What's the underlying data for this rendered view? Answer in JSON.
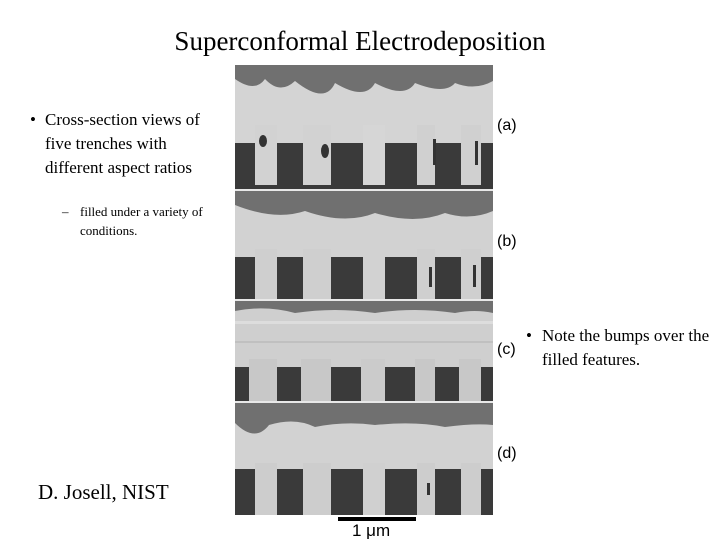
{
  "slide": {
    "title": "Superconformal Electrodeposition",
    "bullets": {
      "main_symbol": "•",
      "main_text": "Cross-section views of five trenches with different aspect ratios",
      "sub_symbol": "–",
      "sub_text": "filled under a variety of conditions.",
      "note_symbol": "•",
      "note_text": "Note the bumps over the filled features."
    },
    "credit": "D. Josell, NIST"
  },
  "figure": {
    "panels": [
      {
        "label": "(a)"
      },
      {
        "label": "(b)"
      },
      {
        "label": "(c)"
      },
      {
        "label": "(d)"
      }
    ],
    "scale_label": "1 μm",
    "colors": {
      "substrate": "#3c3c3c",
      "deposit": "#d9d9d9",
      "background": "#707070",
      "separator": "#e8e8e8"
    }
  }
}
